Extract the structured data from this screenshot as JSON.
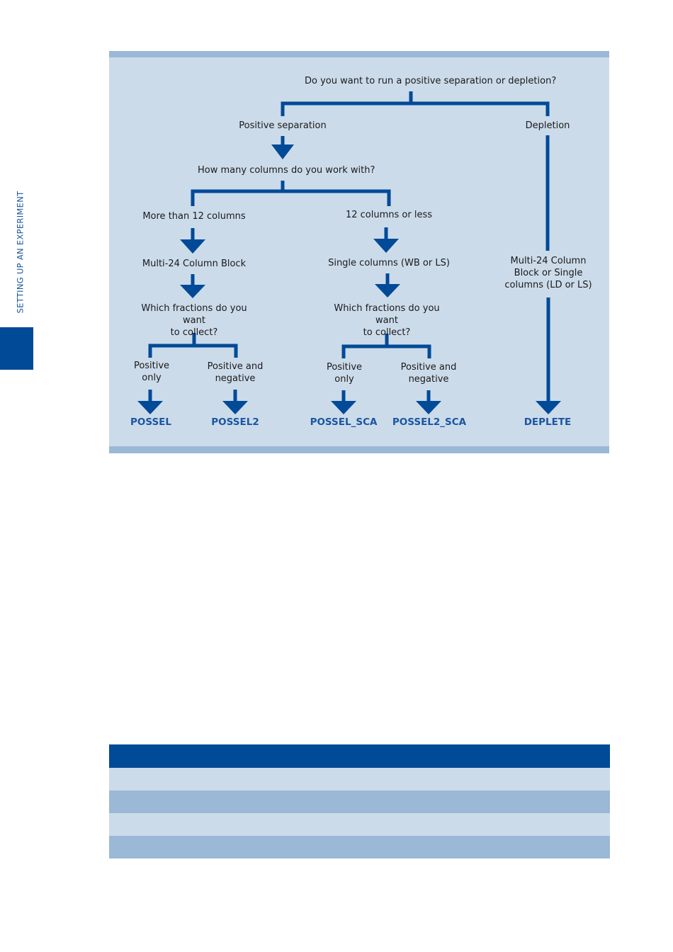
{
  "sidebar": {
    "section_label": "SETTING UP AN EXPERIMENT"
  },
  "flowchart": {
    "question_main": "Do you want to run a positive separation or depletion?",
    "positive_separation": "Positive separation",
    "depletion": "Depletion",
    "question_columns": "How many columns do you work with?",
    "more_than_12": "More than 12 columns",
    "twelve_or_less": "12 columns or less",
    "multi24_block": "Multi-24 Column Block",
    "single_columns": "Single columns (WB or LS)",
    "depletion_hardware": "Multi-24 Column\nBlock or Single\ncolumns (LD or LS)",
    "question_fractions_left": "Which fractions do you want\nto collect?",
    "question_fractions_right": "Which fractions do you want\nto collect?",
    "pos_only_left": "Positive\nonly",
    "pos_neg_left": "Positive and\nnegative",
    "pos_only_right": "Positive\nonly",
    "pos_neg_right": "Positive and\nnegative",
    "result_possel": "POSSEL",
    "result_possel2": "POSSEL2",
    "result_possel_sca": "POSSEL_SCA",
    "result_possel2_sca": "POSSEL2_SCA",
    "result_deplete": "DEPLETE"
  },
  "colors": {
    "accent_dark": "#004a97",
    "panel_light": "#ccdbea",
    "panel_mid": "#9cb8d7",
    "result_text": "#1a56a0"
  }
}
